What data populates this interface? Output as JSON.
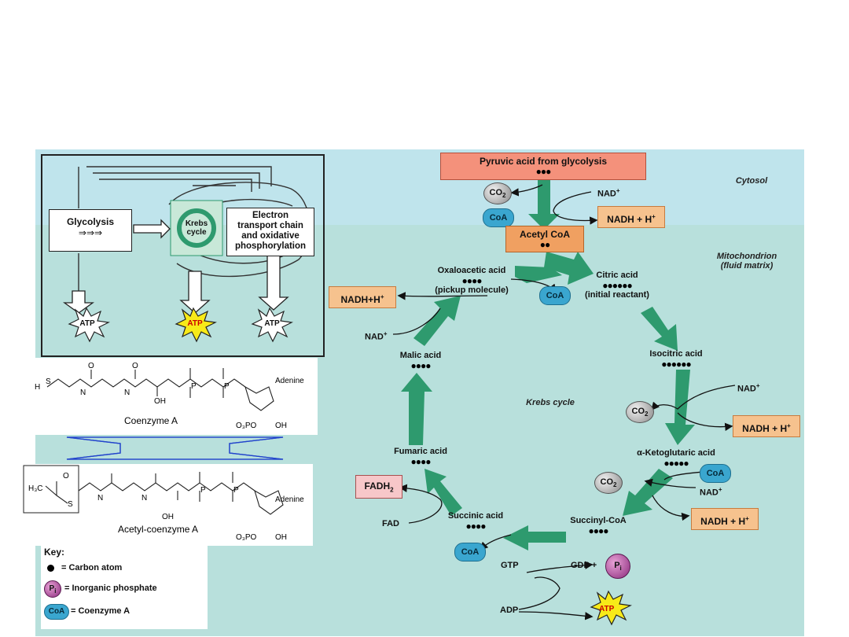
{
  "cytosol_label": "Cytosol",
  "mitochondrion_label": "Mitochondrion\n(fluid matrix)",
  "krebs_cycle_label": "Krebs cycle",
  "pyruvic": {
    "label": "Pyruvic acid from glycolysis",
    "dots": "●●●"
  },
  "acetyl_coa": {
    "label": "Acetyl CoA",
    "dots": "●●"
  },
  "citric": {
    "label": "Citric acid",
    "dots": "●●●●●●",
    "sub": "(initial reactant)"
  },
  "oxaloacetic": {
    "label": "Oxaloacetic acid",
    "dots": "●●●●",
    "sub": "(pickup molecule)"
  },
  "isocitric": {
    "label": "Isocitric acid",
    "dots": "●●●●●●"
  },
  "ketoglutaric": {
    "label": "α-Ketoglutaric acid",
    "dots": "●●●●●"
  },
  "succinyl": {
    "label": "Succinyl-CoA",
    "dots": "●●●●"
  },
  "succinic": {
    "label": "Succinic acid",
    "dots": "●●●●"
  },
  "fumaric": {
    "label": "Fumaric acid",
    "dots": "●●●●"
  },
  "malic": {
    "label": "Malic acid",
    "dots": "●●●●"
  },
  "cofactors": {
    "co2": "CO",
    "co2_sub": "2",
    "coa": "CoA",
    "nad": "NAD",
    "nad_sup": "+",
    "nadh": "NADH + H",
    "nadh_compact": "NADH+H",
    "fad": "FAD",
    "fadh": "FADH",
    "fadh_sub": "2",
    "gtp": "GTP",
    "gdp": "GDP +",
    "pi": "P",
    "pi_sub": "i",
    "adp": "ADP",
    "atp": "ATP"
  },
  "inset": {
    "glycolysis": "Glycolysis",
    "krebs": "Krebs\ncycle",
    "etc": "Electron\ntransport chain\nand oxidative\nphosphorylation",
    "atp": "ATP"
  },
  "structures": {
    "coenzyme_a": "Coenzyme A",
    "acetyl_coenzyme_a": "Acetyl-coenzyme A",
    "adenine": "Adenine",
    "atoms": {
      "H": "H",
      "S": "S",
      "N": "N",
      "O": "O",
      "OH": "OH",
      "P": "P",
      "H3C": "H₃C",
      "O3PO": "O₃PO"
    }
  },
  "key": {
    "title": "Key:",
    "carbon": "= Carbon atom",
    "phosphate": "= Inorganic phosphate",
    "coenzyme": "= Coenzyme A",
    "pi_symbol": "P",
    "pi_sub": "i",
    "coa_symbol": "CoA"
  },
  "colors": {
    "cytosol": "#bfe4ec",
    "matrix": "#b8e0dc",
    "arrow": "#2e9a6e",
    "nadh_box": "#f6c28e",
    "coa": "#3aa6cf",
    "atp": "#f7ea18"
  }
}
